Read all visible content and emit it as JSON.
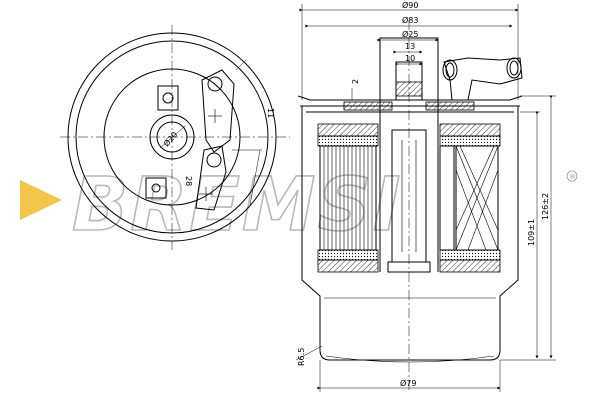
{
  "watermark": {
    "brand": "BREMSI",
    "registered_mark": "®",
    "accent_color": "#f2c54b"
  },
  "top_view": {
    "labels": {
      "center_bore": "Ø20",
      "pin_spacing": "28",
      "offset": "11"
    }
  },
  "section_view": {
    "dimensions": {
      "outer_diameter": "Ø90",
      "body_diameter": "Ø83",
      "neck_diameter": "Ø25",
      "outlet_width": "13",
      "inlet_width": "10",
      "bead": "2",
      "bottom_diameter": "Ø79",
      "bottom_radius": "R6.5",
      "height_overall": "126±2",
      "height_body": "109±1"
    }
  }
}
